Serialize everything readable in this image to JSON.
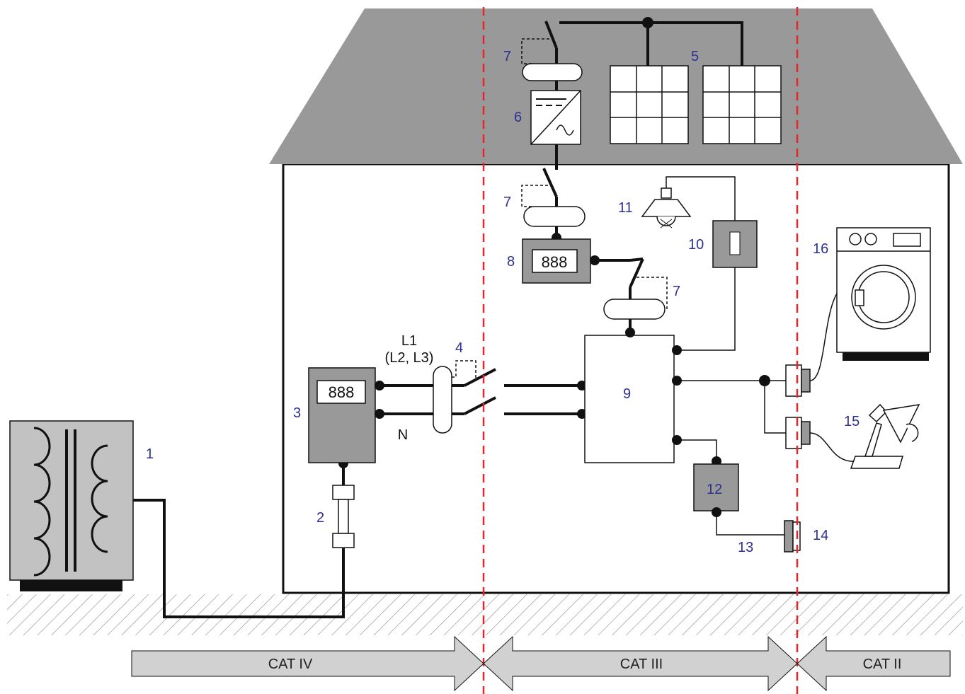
{
  "colors": {
    "wire": "#111111",
    "device_grey": "#999999",
    "roof_grey": "#999999",
    "divider_red": "#e8262a",
    "number_blue": "#2e3192",
    "arrow_fill": "#d1d1d1"
  },
  "labels": {
    "n1": "1",
    "n2": "2",
    "n3": "3",
    "n4": "4",
    "n5": "5",
    "n6": "6",
    "n7a": "7",
    "n7b": "7",
    "n7c": "7",
    "n8": "8",
    "n9": "9",
    "n10": "10",
    "n11": "11",
    "n12": "12",
    "n13": "13",
    "n14": "14",
    "n15": "15",
    "n16": "16",
    "l1": "L1",
    "l2l3": "(L2, L3)",
    "neutral": "N",
    "meter_display": "888",
    "submeter_display": "888"
  },
  "categories": {
    "cat4": "CAT IV",
    "cat3": "CAT III",
    "cat2": "CAT II"
  },
  "icons": [
    "transformer-icon",
    "fuse-icon",
    "meter-icon",
    "breaker-icon",
    "solar-panel-icon",
    "inverter-icon",
    "lamp-icon",
    "switch-icon",
    "washing-machine-icon",
    "desk-lamp-icon",
    "socket-icon"
  ]
}
